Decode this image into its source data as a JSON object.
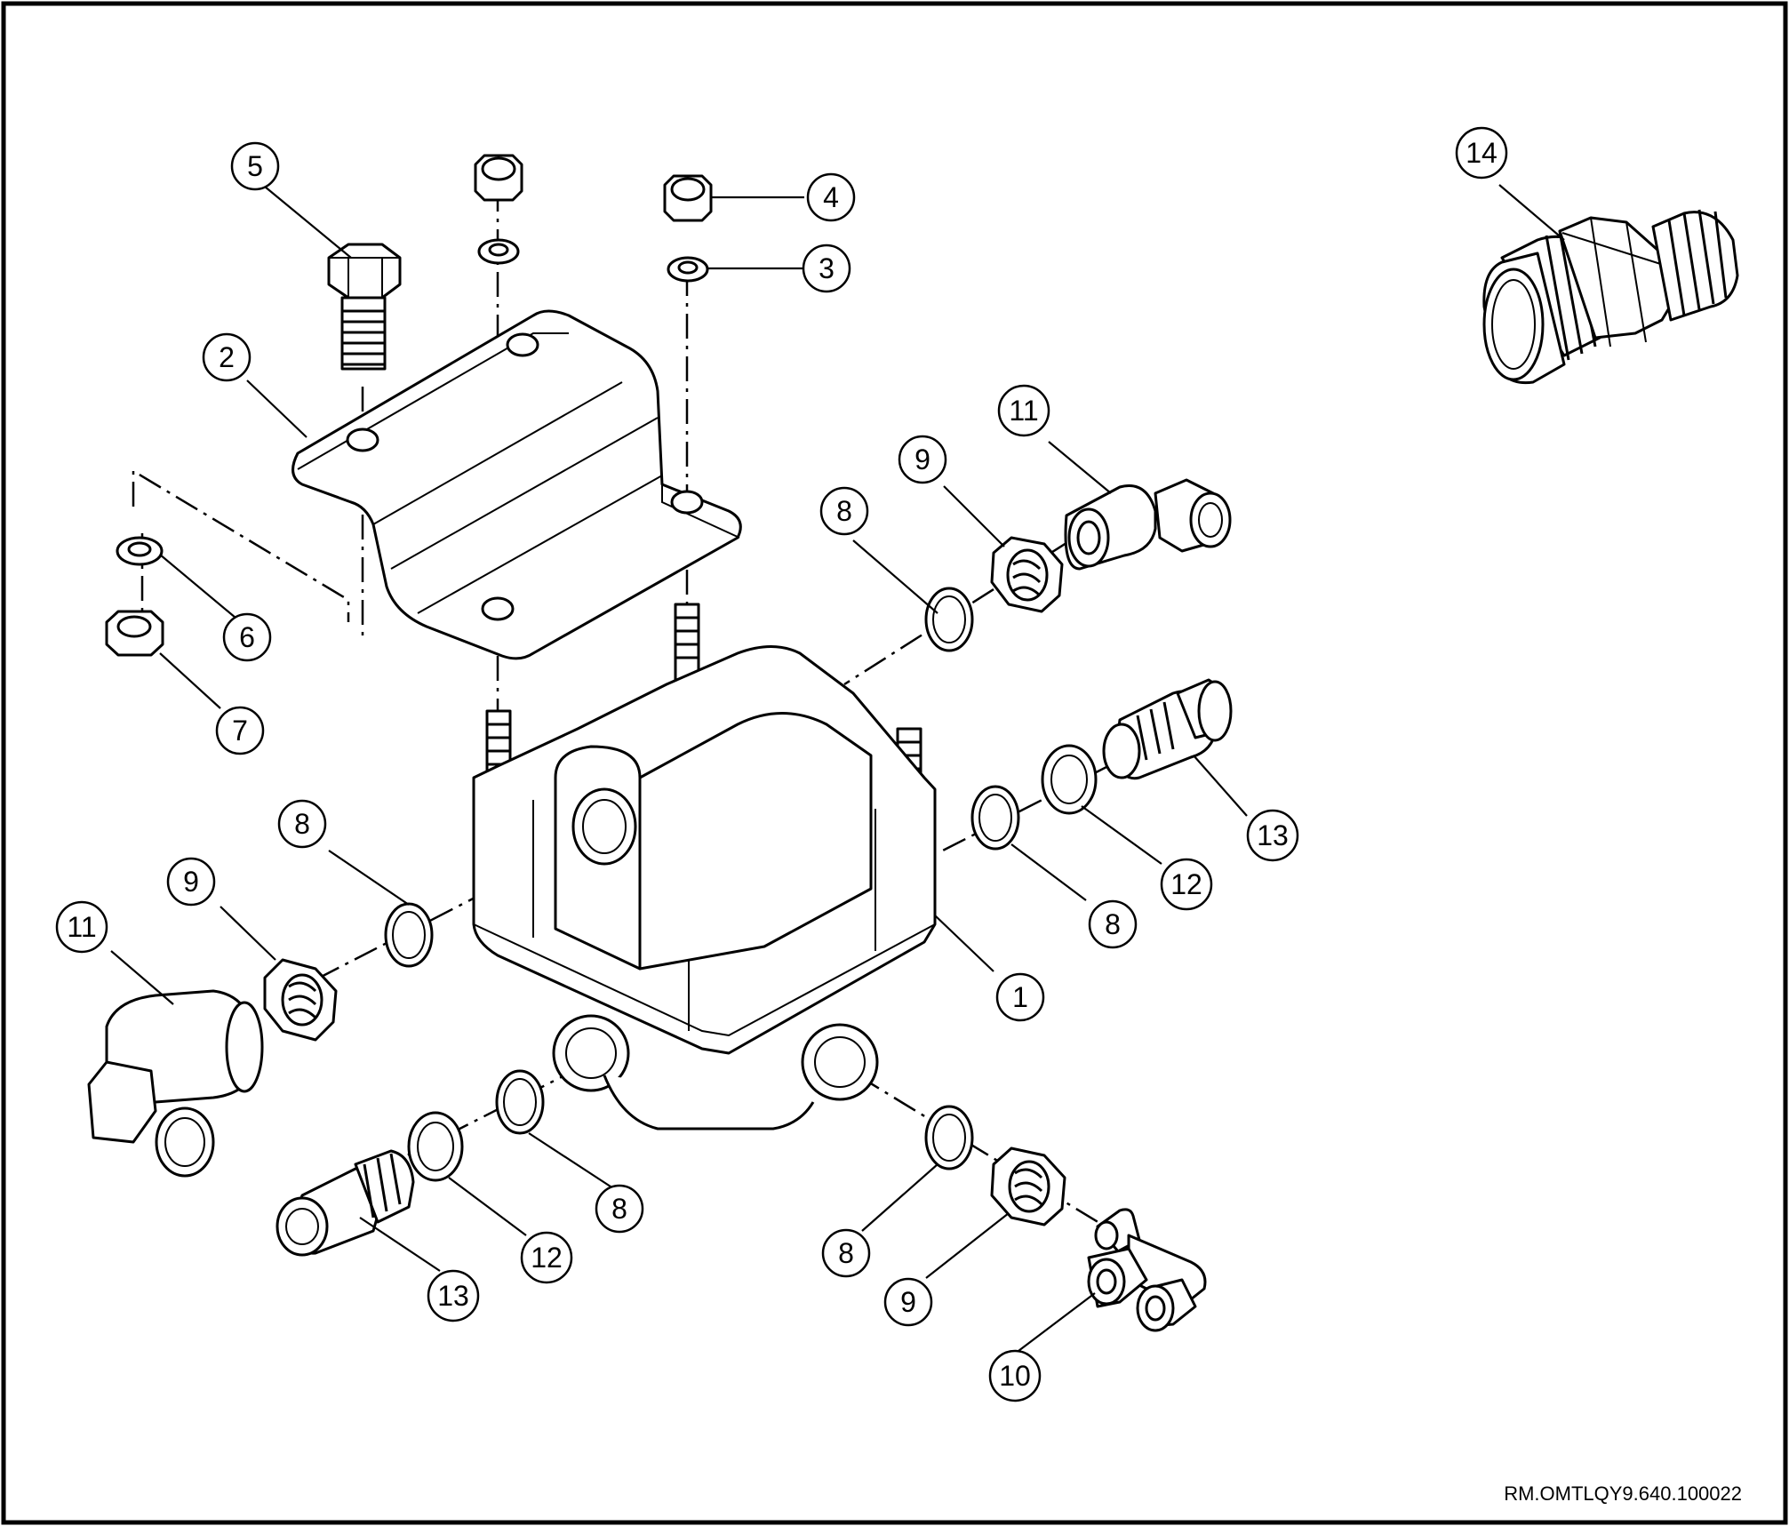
{
  "figure": {
    "reference_code": "RM.OMTLQY9.640.100022"
  },
  "callouts": [
    {
      "id": "c-5",
      "label": "5"
    },
    {
      "id": "c-4",
      "label": "4"
    },
    {
      "id": "c-3",
      "label": "3"
    },
    {
      "id": "c-2",
      "label": "2"
    },
    {
      "id": "c-6",
      "label": "6"
    },
    {
      "id": "c-7",
      "label": "7"
    },
    {
      "id": "c-14",
      "label": "14"
    },
    {
      "id": "c-11a",
      "label": "11"
    },
    {
      "id": "c-9a",
      "label": "9"
    },
    {
      "id": "c-8a",
      "label": "8"
    },
    {
      "id": "c-13a",
      "label": "13"
    },
    {
      "id": "c-12a",
      "label": "12"
    },
    {
      "id": "c-8b",
      "label": "8"
    },
    {
      "id": "c-1",
      "label": "1"
    },
    {
      "id": "c-8c",
      "label": "8"
    },
    {
      "id": "c-9b",
      "label": "9"
    },
    {
      "id": "c-11b",
      "label": "11"
    },
    {
      "id": "c-8d",
      "label": "8"
    },
    {
      "id": "c-12b",
      "label": "12"
    },
    {
      "id": "c-13b",
      "label": "13"
    },
    {
      "id": "c-8e",
      "label": "8"
    },
    {
      "id": "c-9c",
      "label": "9"
    },
    {
      "id": "c-10",
      "label": "10"
    }
  ]
}
